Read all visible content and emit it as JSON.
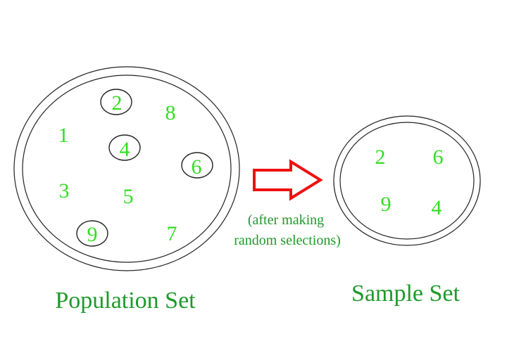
{
  "colors": {
    "number": "#33dd22",
    "label": "#1e9a2a",
    "arrow": "#ee1111",
    "outline": "#222222"
  },
  "population": {
    "label": "Population Set",
    "items": [
      {
        "value": "2",
        "selected": true
      },
      {
        "value": "8",
        "selected": false
      },
      {
        "value": "1",
        "selected": false
      },
      {
        "value": "4",
        "selected": true
      },
      {
        "value": "6",
        "selected": true
      },
      {
        "value": "3",
        "selected": false
      },
      {
        "value": "5",
        "selected": false
      },
      {
        "value": "9",
        "selected": true
      },
      {
        "value": "7",
        "selected": false
      }
    ]
  },
  "arrow": {
    "caption_line1": "(after making",
    "caption_line2": "random selections)"
  },
  "sample": {
    "label": "Sample Set",
    "items": [
      "2",
      "6",
      "9",
      "4"
    ]
  }
}
